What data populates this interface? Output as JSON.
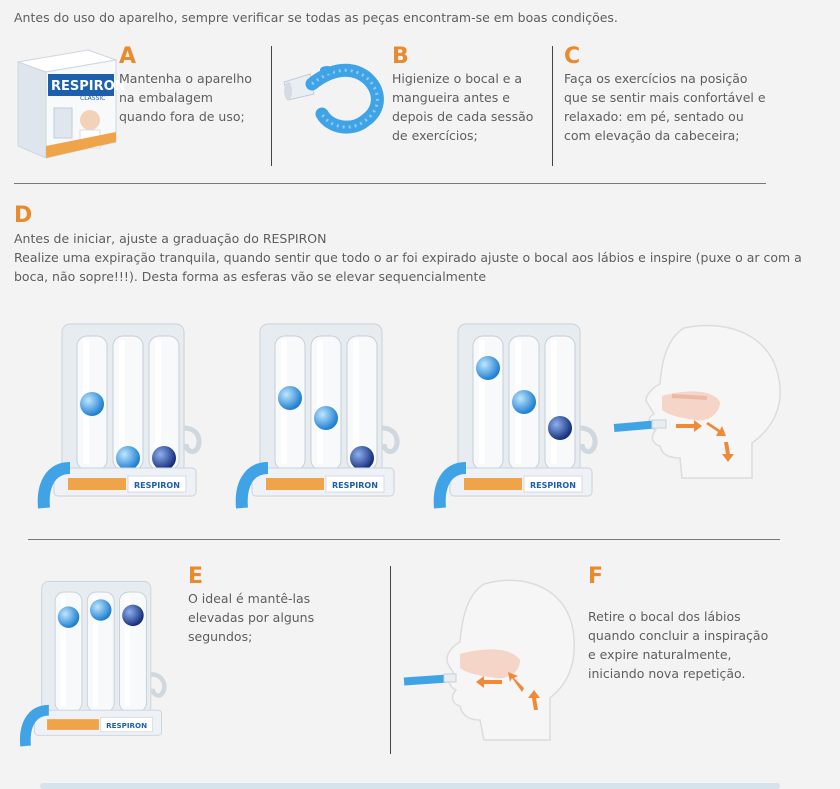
{
  "intro": "Antes do uso do aparelho, sempre verificar se todas as peças encontram-se em boas condições.",
  "steps": {
    "a": {
      "letter": "A",
      "lines": [
        "Mantenha o aparelho",
        "na embalagem",
        "quando fora de uso;"
      ]
    },
    "b": {
      "letter": "B",
      "lines": [
        "Higienize o bocal e a",
        "mangueira antes e",
        "depois de cada sessão",
        "de exercícios;"
      ]
    },
    "c": {
      "letter": "C",
      "lines": [
        "Faça os exercícios na posição",
        "que se sentir mais confortável e",
        "relaxado: em pé, sentado ou",
        "com elevação da cabeceira;"
      ]
    },
    "d": {
      "letter": "D",
      "lines": [
        "Antes de iniciar, ajuste a graduação do RESPIRON",
        "Realize uma expiração tranquila, quando sentir que todo o ar foi expirado ajuste o bocal aos lábios e inspire (puxe o ar com a",
        "boca, não sopre!!!). Desta forma as esferas vão se elevar sequencialmente"
      ]
    },
    "e": {
      "letter": "E",
      "lines": [
        "O ideal é mantê-las",
        "elevadas por alguns",
        "segundos;"
      ]
    },
    "f": {
      "letter": "F",
      "lines": [
        "Retire o bocal dos lábios",
        "quando concluir a inspiração",
        "e expire naturalmente,",
        "iniciando nova repetição."
      ]
    }
  },
  "box": {
    "brand": "RESPIRON",
    "model": "CLASSIC"
  },
  "device": {
    "brand": "RESPIRON"
  },
  "colors": {
    "accent": "#e88a2e",
    "device_blue": "#2f8fd6",
    "ball_dark": "#1f3f8f"
  },
  "icons": [
    "product-box-image",
    "mouthpiece-hose-image",
    "respiron-device-image",
    "head-profile-image",
    "airflow-arrow-icon"
  ]
}
